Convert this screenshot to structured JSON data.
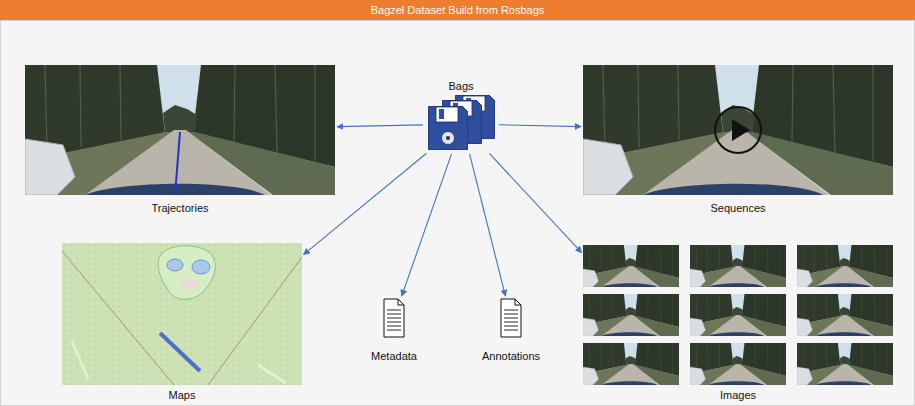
{
  "diagram": {
    "title": "Bagzel Dataset Build from Rosbags",
    "nodes": [
      {
        "text": [
          "Bags"
        ]
      },
      {
        "text": [
          "Trajectories"
        ]
      },
      {
        "text": [
          "Sequences"
        ]
      },
      {
        "text": [
          "Maps"
        ]
      },
      {
        "text": [
          "Metadata"
        ]
      },
      {
        "text": [
          "Annotations"
        ]
      },
      {
        "text": [
          "Images"
        ]
      }
    ],
    "edges": [
      {
        "from": 0,
        "to": 1,
        "arrow": "to"
      },
      {
        "from": 0,
        "to": 2,
        "arrow": "to"
      },
      {
        "from": 0,
        "to": 3,
        "arrow": "to"
      },
      {
        "from": 0,
        "to": 4,
        "arrow": "to"
      },
      {
        "from": 0,
        "to": 5,
        "arrow": "to"
      },
      {
        "from": 0,
        "to": 6,
        "arrow": "to"
      }
    ]
  }
}
